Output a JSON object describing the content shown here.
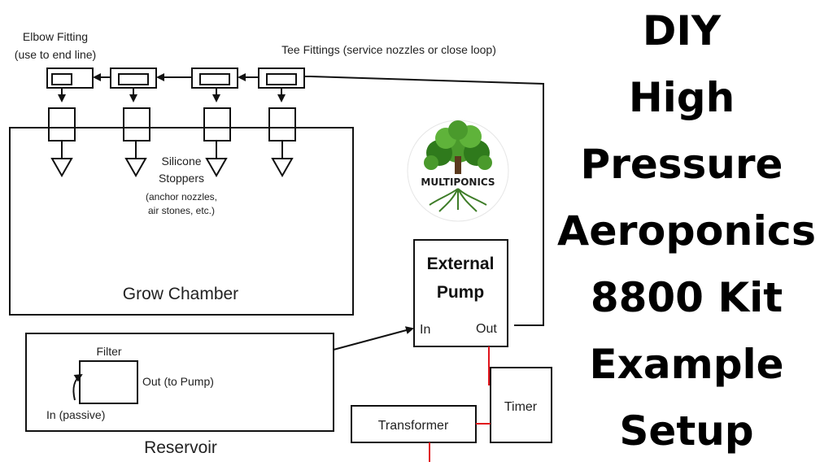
{
  "diagram": {
    "fittings": {
      "elbow_label": [
        "Elbow Fitting",
        "(use to end line)"
      ],
      "tee_label": "Tee Fittings (service nozzles or close loop)"
    },
    "stoppers_label": [
      "Silicone",
      "Stoppers",
      "(anchor nozzles,",
      "air stones, etc.)"
    ],
    "grow_chamber": "Grow Chamber",
    "reservoir": "Reservoir",
    "filter": "Filter",
    "filter_out": "Out (to Pump)",
    "filter_in": "In (passive)",
    "pump": {
      "title": [
        "External",
        "Pump"
      ],
      "in": "In",
      "out": "Out"
    },
    "timer": "Timer",
    "transformer": "Transformer"
  },
  "logo": {
    "text": "MULTIPONICS",
    "colors": {
      "leaf": "#4a9a2c",
      "leaf_dark": "#2f7a1c",
      "trunk": "#5b3a1e",
      "roots": "#3e7d28"
    }
  },
  "title": {
    "lines": [
      "DIY",
      "High",
      "Pressure",
      "Aeroponics",
      "8800 Kit",
      "Example",
      "Setup"
    ]
  },
  "colors": {
    "wire": "#e0141c",
    "ink": "#111111"
  }
}
